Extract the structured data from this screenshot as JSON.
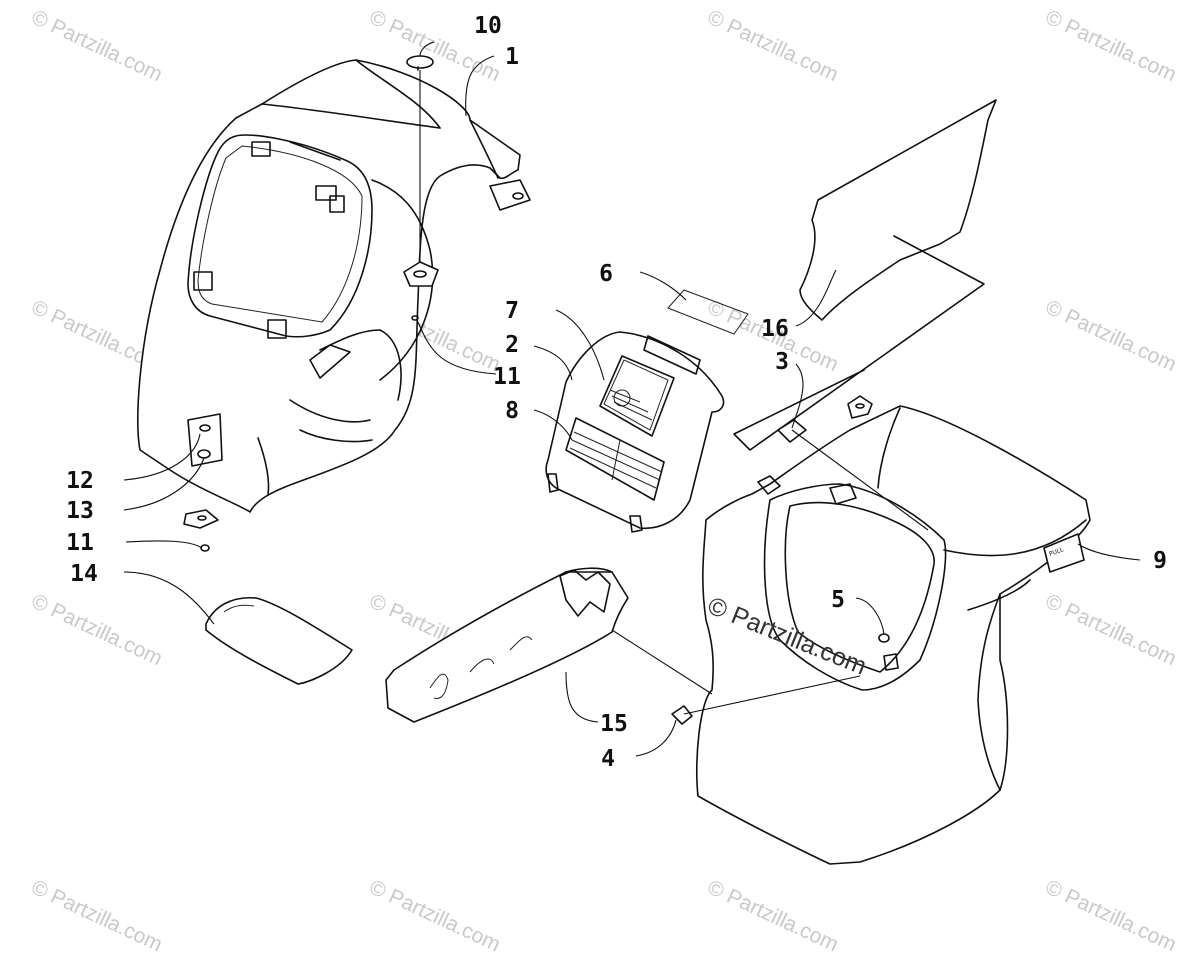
{
  "watermark": {
    "text": "© Partzilla.com",
    "center_text": "© Partzilla.com"
  },
  "callouts": [
    {
      "id": "c10",
      "label": "10"
    },
    {
      "id": "c1",
      "label": "1"
    },
    {
      "id": "c6",
      "label": "6"
    },
    {
      "id": "c7",
      "label": "7"
    },
    {
      "id": "c2",
      "label": "2"
    },
    {
      "id": "c8",
      "label": "8"
    },
    {
      "id": "c16",
      "label": "16"
    },
    {
      "id": "c3",
      "label": "3"
    },
    {
      "id": "c11a",
      "label": "11"
    },
    {
      "id": "c12",
      "label": "12"
    },
    {
      "id": "c13",
      "label": "13"
    },
    {
      "id": "c11b",
      "label": "11"
    },
    {
      "id": "c14",
      "label": "14"
    },
    {
      "id": "c9",
      "label": "9"
    },
    {
      "id": "c5",
      "label": "5"
    },
    {
      "id": "c15",
      "label": "15"
    },
    {
      "id": "c4",
      "label": "4"
    }
  ]
}
